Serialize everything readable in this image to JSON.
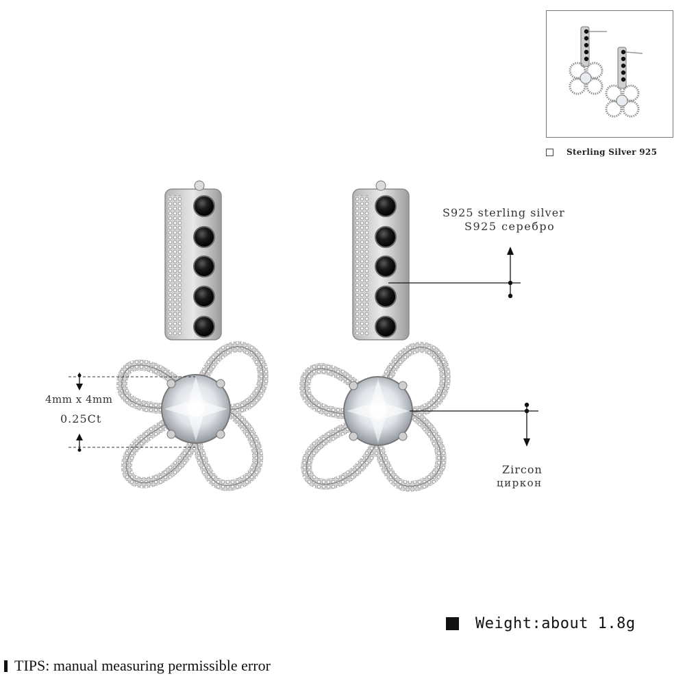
{
  "thumbnail": {
    "caption": "Sterling Silver 925"
  },
  "annotations": {
    "material_en": "S925 sterling silver",
    "material_ru": "S925 серебро",
    "stone_en": "Zircon",
    "stone_ru": "циркон",
    "stone_size": "4mm x 4mm",
    "stone_carat": "0.25Ct"
  },
  "footer": {
    "weight": "Weight:about 1.8g",
    "tips": "TIPS: manual measuring permissible error"
  },
  "colors": {
    "metal": "#c9c9c9",
    "metal_dark": "#8a8a8a",
    "black_stone": "#141414",
    "zircon": "#eef0f3",
    "line": "#111111"
  }
}
